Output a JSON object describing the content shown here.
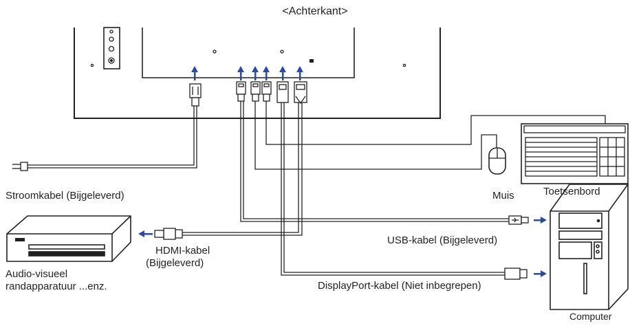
{
  "diagram": {
    "title": "<Achterkant>",
    "labels": {
      "power_cable": "Stroomkabel (Bijgeleverd)",
      "mouse": "Muis",
      "keyboard": "Toetsenbord",
      "usb_cable": "USB-kabel (Bijgeleverd)",
      "hdmi_cable_line1": "HDMI-kabel",
      "hdmi_cable_line2": "(Bijgeleverd)",
      "av_device_line1": "Audio-visueel",
      "av_device_line2": "randapparatuur ...enz.",
      "displayport_cable": "DisplayPort-kabel (Niet inbegrepen)",
      "computer": "Computer"
    },
    "colors": {
      "line": "#231f20",
      "arrow": "#2e4a9a",
      "background": "#ffffff"
    }
  }
}
